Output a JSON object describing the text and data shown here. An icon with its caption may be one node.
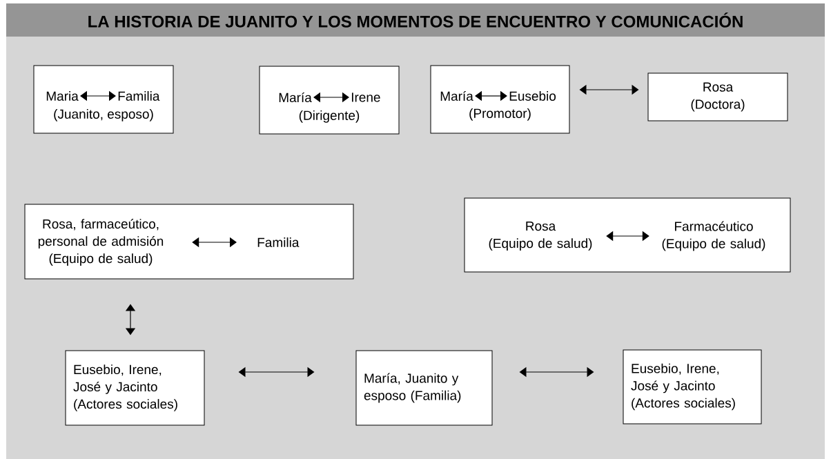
{
  "diagram": {
    "title": "LA HISTORIA DE JUANITO Y LOS MOMENTOS DE ENCUENTRO Y COMUNICACIÓN",
    "nodes": [
      {
        "text": [
          "(Juanito, esposo)"
        ]
      },
      {
        "text": [
          "Maria"
        ],
        "in": 0
      },
      {
        "text": [
          "Familia"
        ],
        "in": 0
      },
      {
        "text": [
          "(Dirigente)"
        ]
      },
      {
        "text": [
          "María"
        ],
        "in": 3
      },
      {
        "text": [
          "Irene"
        ],
        "in": 3
      },
      {
        "text": [
          "(Promotor)"
        ]
      },
      {
        "text": [
          "María"
        ],
        "in": 6
      },
      {
        "text": [
          "Eusebio"
        ],
        "in": 6
      },
      {
        "text": [
          "Rosa (Doctora)"
        ]
      },
      {
        "text": [],
        "shape": "box"
      },
      {
        "text": [
          "Rosa, farmaceútico, personal de admisión (Equipo de salud)"
        ],
        "in": 10
      },
      {
        "text": [
          "Familia"
        ],
        "in": 10
      },
      {
        "text": [],
        "shape": "box"
      },
      {
        "text": [
          "Rosa",
          "(Equipo de salud)"
        ],
        "in": 13
      },
      {
        "text": [
          "Farmacéutico (Equipo de salud)"
        ],
        "in": 13
      },
      {
        "text": [
          "Eusebio, Irene, José y Jacinto (Actores sociales)"
        ]
      },
      {
        "text": [
          "María, Juanito y esposo (Familia)"
        ]
      },
      {
        "text": [
          "Eusebio, Irene, José y Jacinto (Actores sociales)"
        ]
      }
    ],
    "edges": [
      {
        "from": 1,
        "to": 2,
        "arrow": "both"
      },
      {
        "from": 4,
        "to": 5,
        "arrow": "both"
      },
      {
        "from": 7,
        "to": 8,
        "arrow": "both"
      },
      {
        "from": 6,
        "to": 9,
        "arrow": "both"
      },
      {
        "from": 11,
        "to": 12,
        "arrow": "both"
      },
      {
        "from": 14,
        "to": 15,
        "arrow": "both"
      },
      {
        "from": 10,
        "to": 16,
        "arrow": "both"
      },
      {
        "from": 16,
        "to": 17,
        "arrow": "both"
      },
      {
        "from": 17,
        "to": 18,
        "arrow": "both"
      }
    ]
  }
}
